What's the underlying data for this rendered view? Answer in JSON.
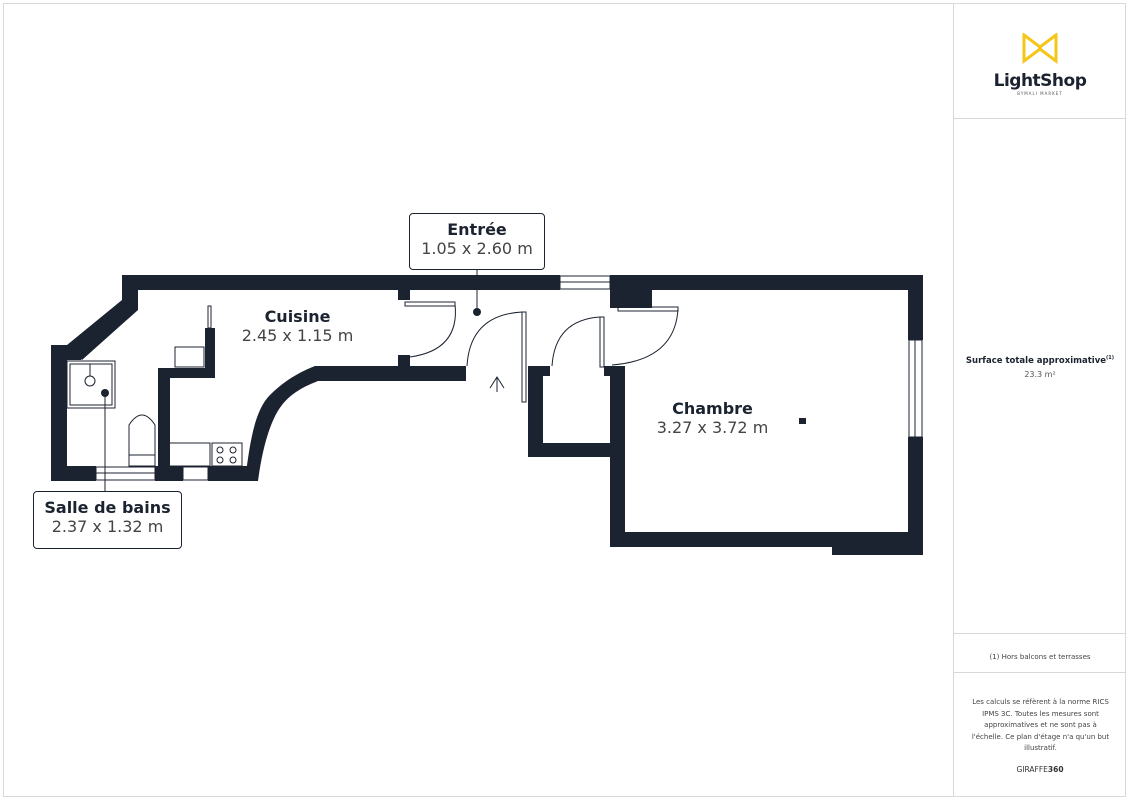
{
  "brand": {
    "logo_name": "LightShop",
    "logo_sub": "BYMALI MARKET",
    "accent": "#f5c518"
  },
  "summary": {
    "title": "Surface totale approximative",
    "footnote_mark": "(1)",
    "value": "23.3 m²"
  },
  "note": "(1) Hors balcons et terrasses",
  "disclaimer": "Les calculs se réfèrent à la norme RICS IPMS 3C. Toutes les mesures sont approximatives et ne sont pas à l'échelle. Ce plan d'étage n'a qu'un but illustratif.",
  "footer": {
    "brand_a": "GIRAFFE",
    "brand_b": "360"
  },
  "rooms": {
    "entree": {
      "name": "Entrée",
      "dims": "1.05 x 2.60 m"
    },
    "cuisine": {
      "name": "Cuisine",
      "dims": "2.45 x 1.15 m"
    },
    "salle": {
      "name": "Salle de bains",
      "dims": "2.37 x 1.32 m"
    },
    "chambre": {
      "name": "Chambre",
      "dims": "3.27 x 3.72 m"
    }
  },
  "colors": {
    "wall": "#1c2330"
  }
}
